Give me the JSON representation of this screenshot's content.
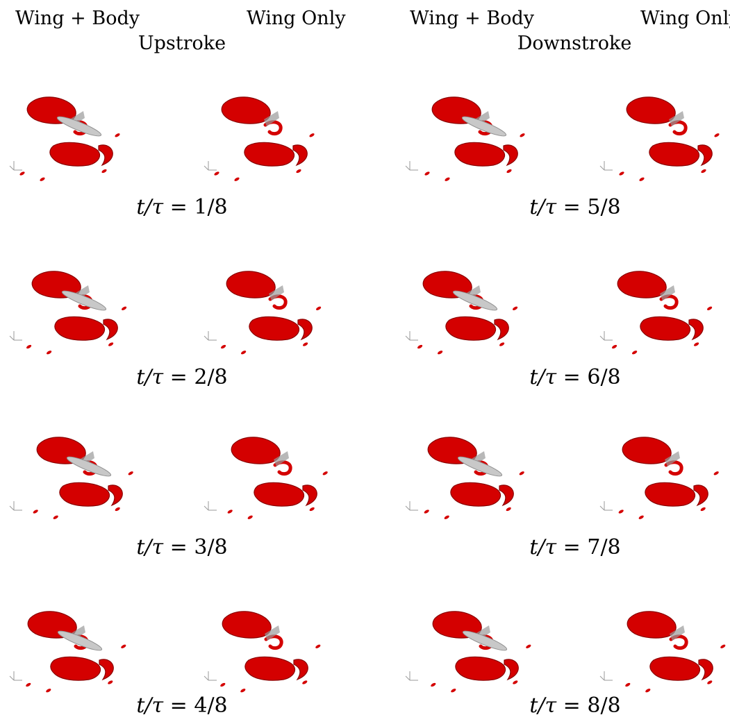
{
  "headers": {
    "upstroke": {
      "left": "Wing + Body",
      "right": "Wing Only",
      "phase": "Upstroke"
    },
    "downstroke": {
      "left": "Wing + Body",
      "right": "Wing Only",
      "phase": "Downstroke"
    }
  },
  "colors": {
    "vortex": "#d40000",
    "vortex_dark": "#8a0000",
    "body": "#c8c8c8",
    "axes": "#9a9a9a"
  },
  "upstroke": {
    "rows": [
      {
        "label_lhs": "t/τ",
        "label_rhs": "1/8"
      },
      {
        "label_lhs": "t/τ",
        "label_rhs": "2/8"
      },
      {
        "label_lhs": "t/τ",
        "label_rhs": "3/8"
      },
      {
        "label_lhs": "t/τ",
        "label_rhs": "4/8"
      }
    ]
  },
  "downstroke": {
    "rows": [
      {
        "label_lhs": "t/τ",
        "label_rhs": "5/8"
      },
      {
        "label_lhs": "t/τ",
        "label_rhs": "6/8"
      },
      {
        "label_lhs": "t/τ",
        "label_rhs": "7/8"
      },
      {
        "label_lhs": "t/τ",
        "label_rhs": "8/8"
      }
    ]
  }
}
